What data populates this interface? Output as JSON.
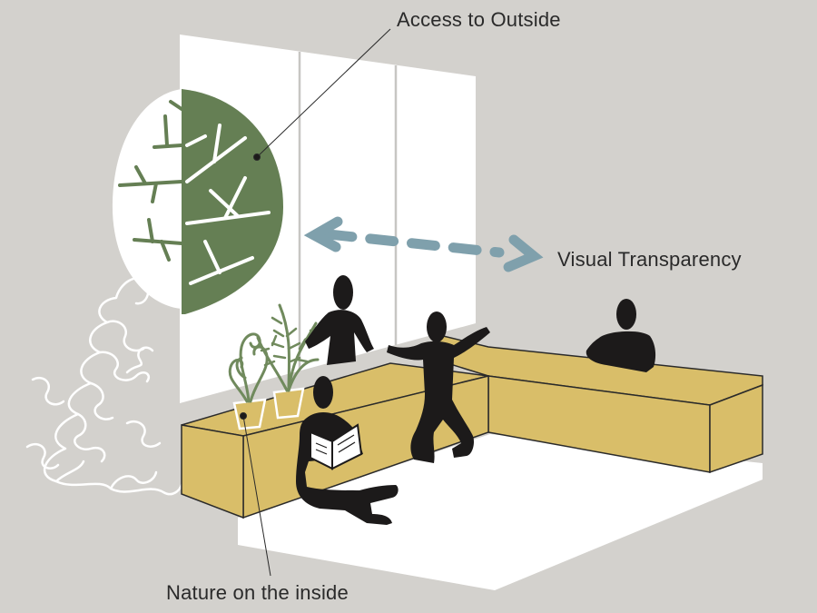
{
  "labels": {
    "access_to_outside": "Access to Outside",
    "visual_transparency": "Visual Transparency",
    "nature_on_inside": "Nature on the inside"
  },
  "colors": {
    "background": "#d3d1cd",
    "window": "#ffffff",
    "tree_green": "#657f54",
    "bench": "#d9be69",
    "figure": "#1c1a1a",
    "arrow": "#7fa0ac",
    "plant_green": "#708a5d"
  }
}
